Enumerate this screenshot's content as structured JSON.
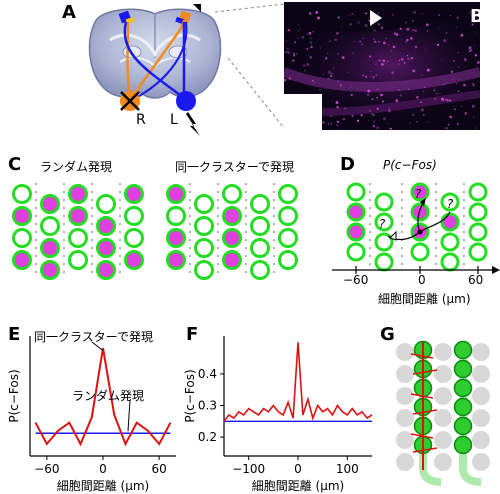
{
  "panels": {
    "A": "A",
    "B": "B",
    "C": "C",
    "D": "D",
    "E": "E",
    "F": "F",
    "G": "G"
  },
  "panelA": {
    "label_r": "R",
    "label_l": "L"
  },
  "panelC": {
    "title_random": "ランダム発現",
    "title_cluster": "同一クラスターで発現"
  },
  "panelD": {
    "title": "P(c−Fos)",
    "q": "?",
    "xticks": [
      "−60",
      "0",
      "60"
    ],
    "xlabel": "細胞間距離 (μm)"
  },
  "panelE": {
    "ylabel": "P(c−Fos)",
    "annot_cluster": "同一クラスターで発現",
    "annot_random": "ランダム発現",
    "xticks": [
      "−60",
      "0",
      "60"
    ],
    "xlabel": "細胞間距離 (μm)"
  },
  "panelF": {
    "ylabel": "P(c−Fos)",
    "yticks": [
      "0.4",
      "0.3",
      "0.2"
    ],
    "xticks": [
      "−100",
      "0",
      "100"
    ],
    "xlabel": "細胞間距離 (μm)"
  },
  "colors": {
    "red": "#dd1111",
    "blue": "#1a1aee",
    "magenta": "#e040e0",
    "green": "#22dd22",
    "orange": "#f28a1e"
  },
  "chart_data": [
    {
      "panel": "E",
      "type": "line",
      "x": [
        -72,
        -60,
        -48,
        -36,
        -24,
        -12,
        0,
        12,
        24,
        36,
        48,
        60,
        72
      ],
      "series": [
        {
          "values": [
            0.3,
            0.14,
            0.24,
            0.3,
            0.14,
            0.34,
            0.86,
            0.36,
            0.14,
            0.3,
            0.24,
            0.14,
            0.3
          ]
        },
        {
          "values": [
            0.22,
            0.22,
            0.22,
            0.22,
            0.22,
            0.22,
            0.22,
            0.22,
            0.22,
            0.22,
            0.22,
            0.22,
            0.22
          ]
        }
      ]
    },
    {
      "panel": "F",
      "type": "line",
      "xlim": [
        -150,
        150
      ],
      "ylim": [
        0.14,
        0.52
      ],
      "x": [
        -150,
        -140,
        -130,
        -120,
        -110,
        -100,
        -90,
        -80,
        -70,
        -60,
        -50,
        -40,
        -30,
        -20,
        -10,
        0,
        10,
        20,
        30,
        40,
        50,
        60,
        70,
        80,
        90,
        100,
        110,
        120,
        130,
        140,
        150
      ],
      "series": [
        {
          "values": [
            0.25,
            0.27,
            0.26,
            0.28,
            0.27,
            0.29,
            0.28,
            0.27,
            0.29,
            0.28,
            0.3,
            0.28,
            0.27,
            0.31,
            0.26,
            0.5,
            0.27,
            0.32,
            0.26,
            0.3,
            0.28,
            0.29,
            0.27,
            0.3,
            0.28,
            0.27,
            0.29,
            0.27,
            0.28,
            0.26,
            0.27
          ]
        },
        {
          "values": [
            0.25,
            0.25,
            0.25,
            0.25,
            0.25,
            0.25,
            0.25,
            0.25,
            0.25,
            0.25,
            0.25,
            0.25,
            0.25,
            0.25,
            0.25,
            0.25,
            0.25,
            0.25,
            0.25,
            0.25,
            0.25,
            0.25,
            0.25,
            0.25,
            0.25,
            0.25,
            0.25,
            0.25,
            0.25,
            0.25,
            0.25
          ]
        }
      ]
    }
  ]
}
